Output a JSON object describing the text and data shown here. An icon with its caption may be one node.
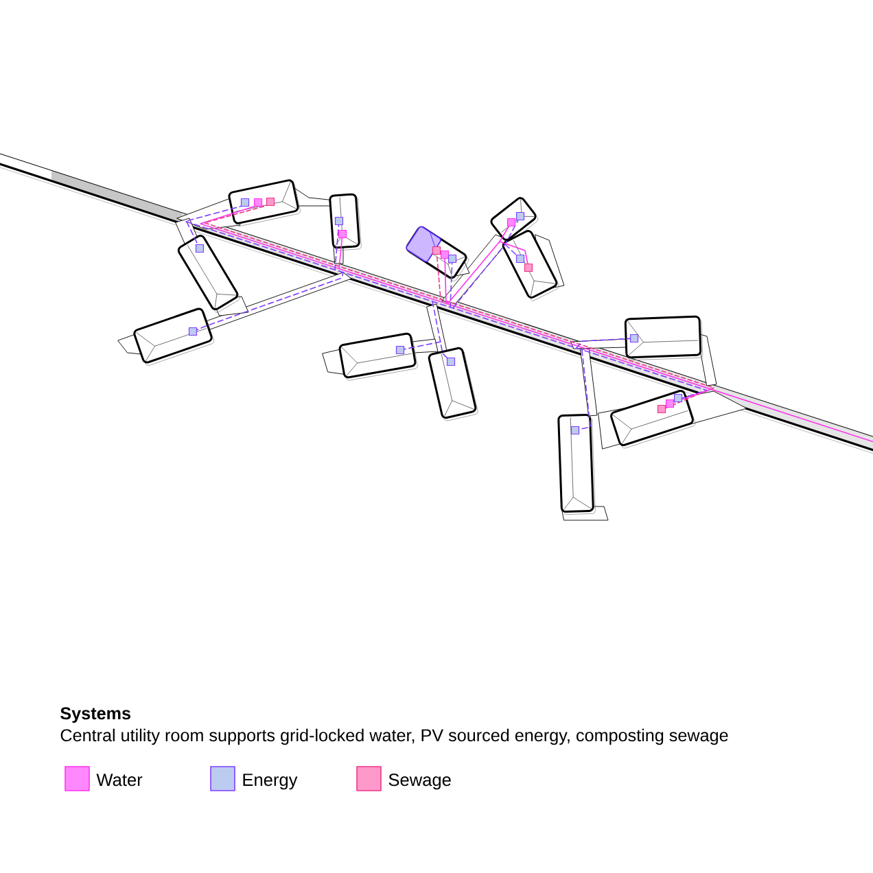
{
  "diagram": {
    "title": "Systems",
    "caption": "Central utility room supports grid-locked water, PV sourced energy, composting sewage",
    "legend": [
      {
        "text": "Water",
        "color": "#ff88ff"
      },
      {
        "text": "Energy",
        "color": "#bccbf0"
      },
      {
        "text": "Sewage",
        "color": "#ff99cc"
      }
    ]
  }
}
